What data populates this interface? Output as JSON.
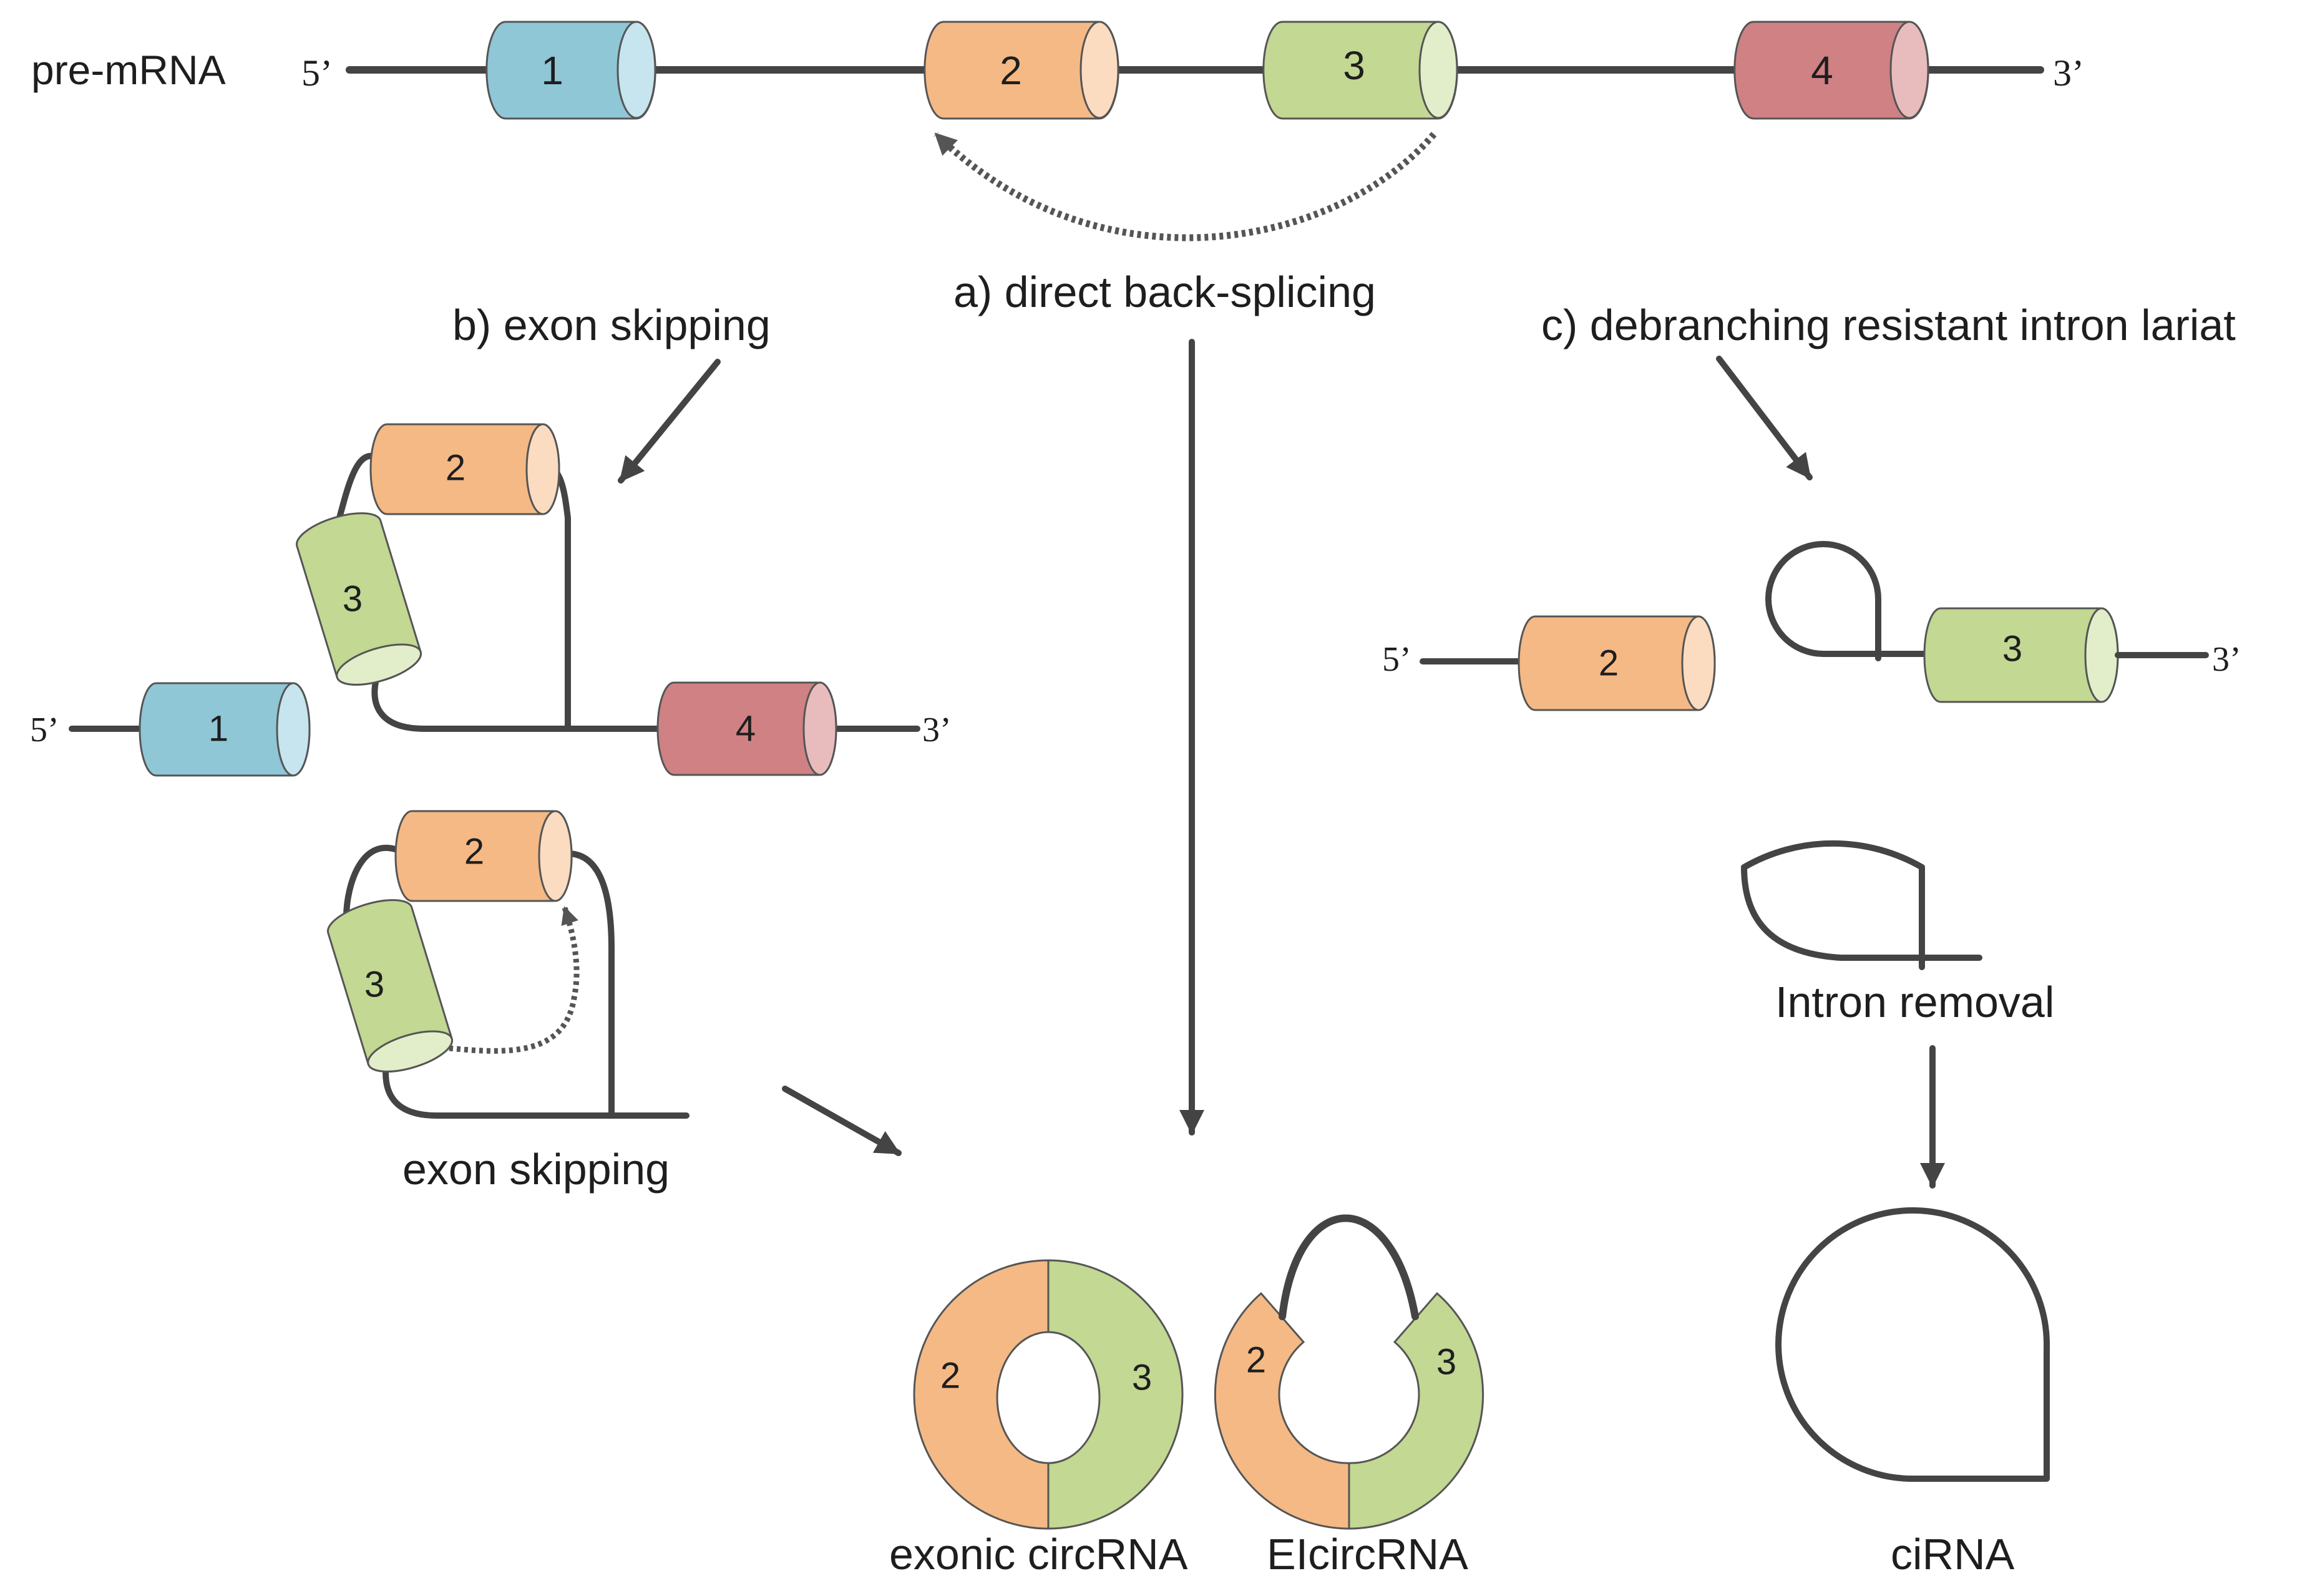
{
  "labels": {
    "pre_mrna": "pre-mRNA",
    "five_prime": "5’",
    "three_prime": "3’",
    "direct_back_splicing": "a) direct back-splicing",
    "exon_skipping_b": "b) exon skipping",
    "debranching": "c) debranching resistant intron lariat",
    "exon_skipping": "exon skipping",
    "intron_removal": "Intron removal",
    "exonic_circrna": "exonic circRNA",
    "eicircrna": "EIcircRNA",
    "cirna": "ciRNA"
  },
  "exons": {
    "e1": "1",
    "e2": "2",
    "e3": "3",
    "e4": "4"
  },
  "colors": {
    "exon1": "#8fc7d6",
    "exon1_cap": "#c6e5ee",
    "exon2": "#f5b985",
    "exon2_cap": "#fbdcc1",
    "exon3": "#c2d893",
    "exon3_cap": "#e2edca",
    "exon4": "#cf8184",
    "exon4_cap": "#e8bcbd",
    "wire": "#444444"
  }
}
